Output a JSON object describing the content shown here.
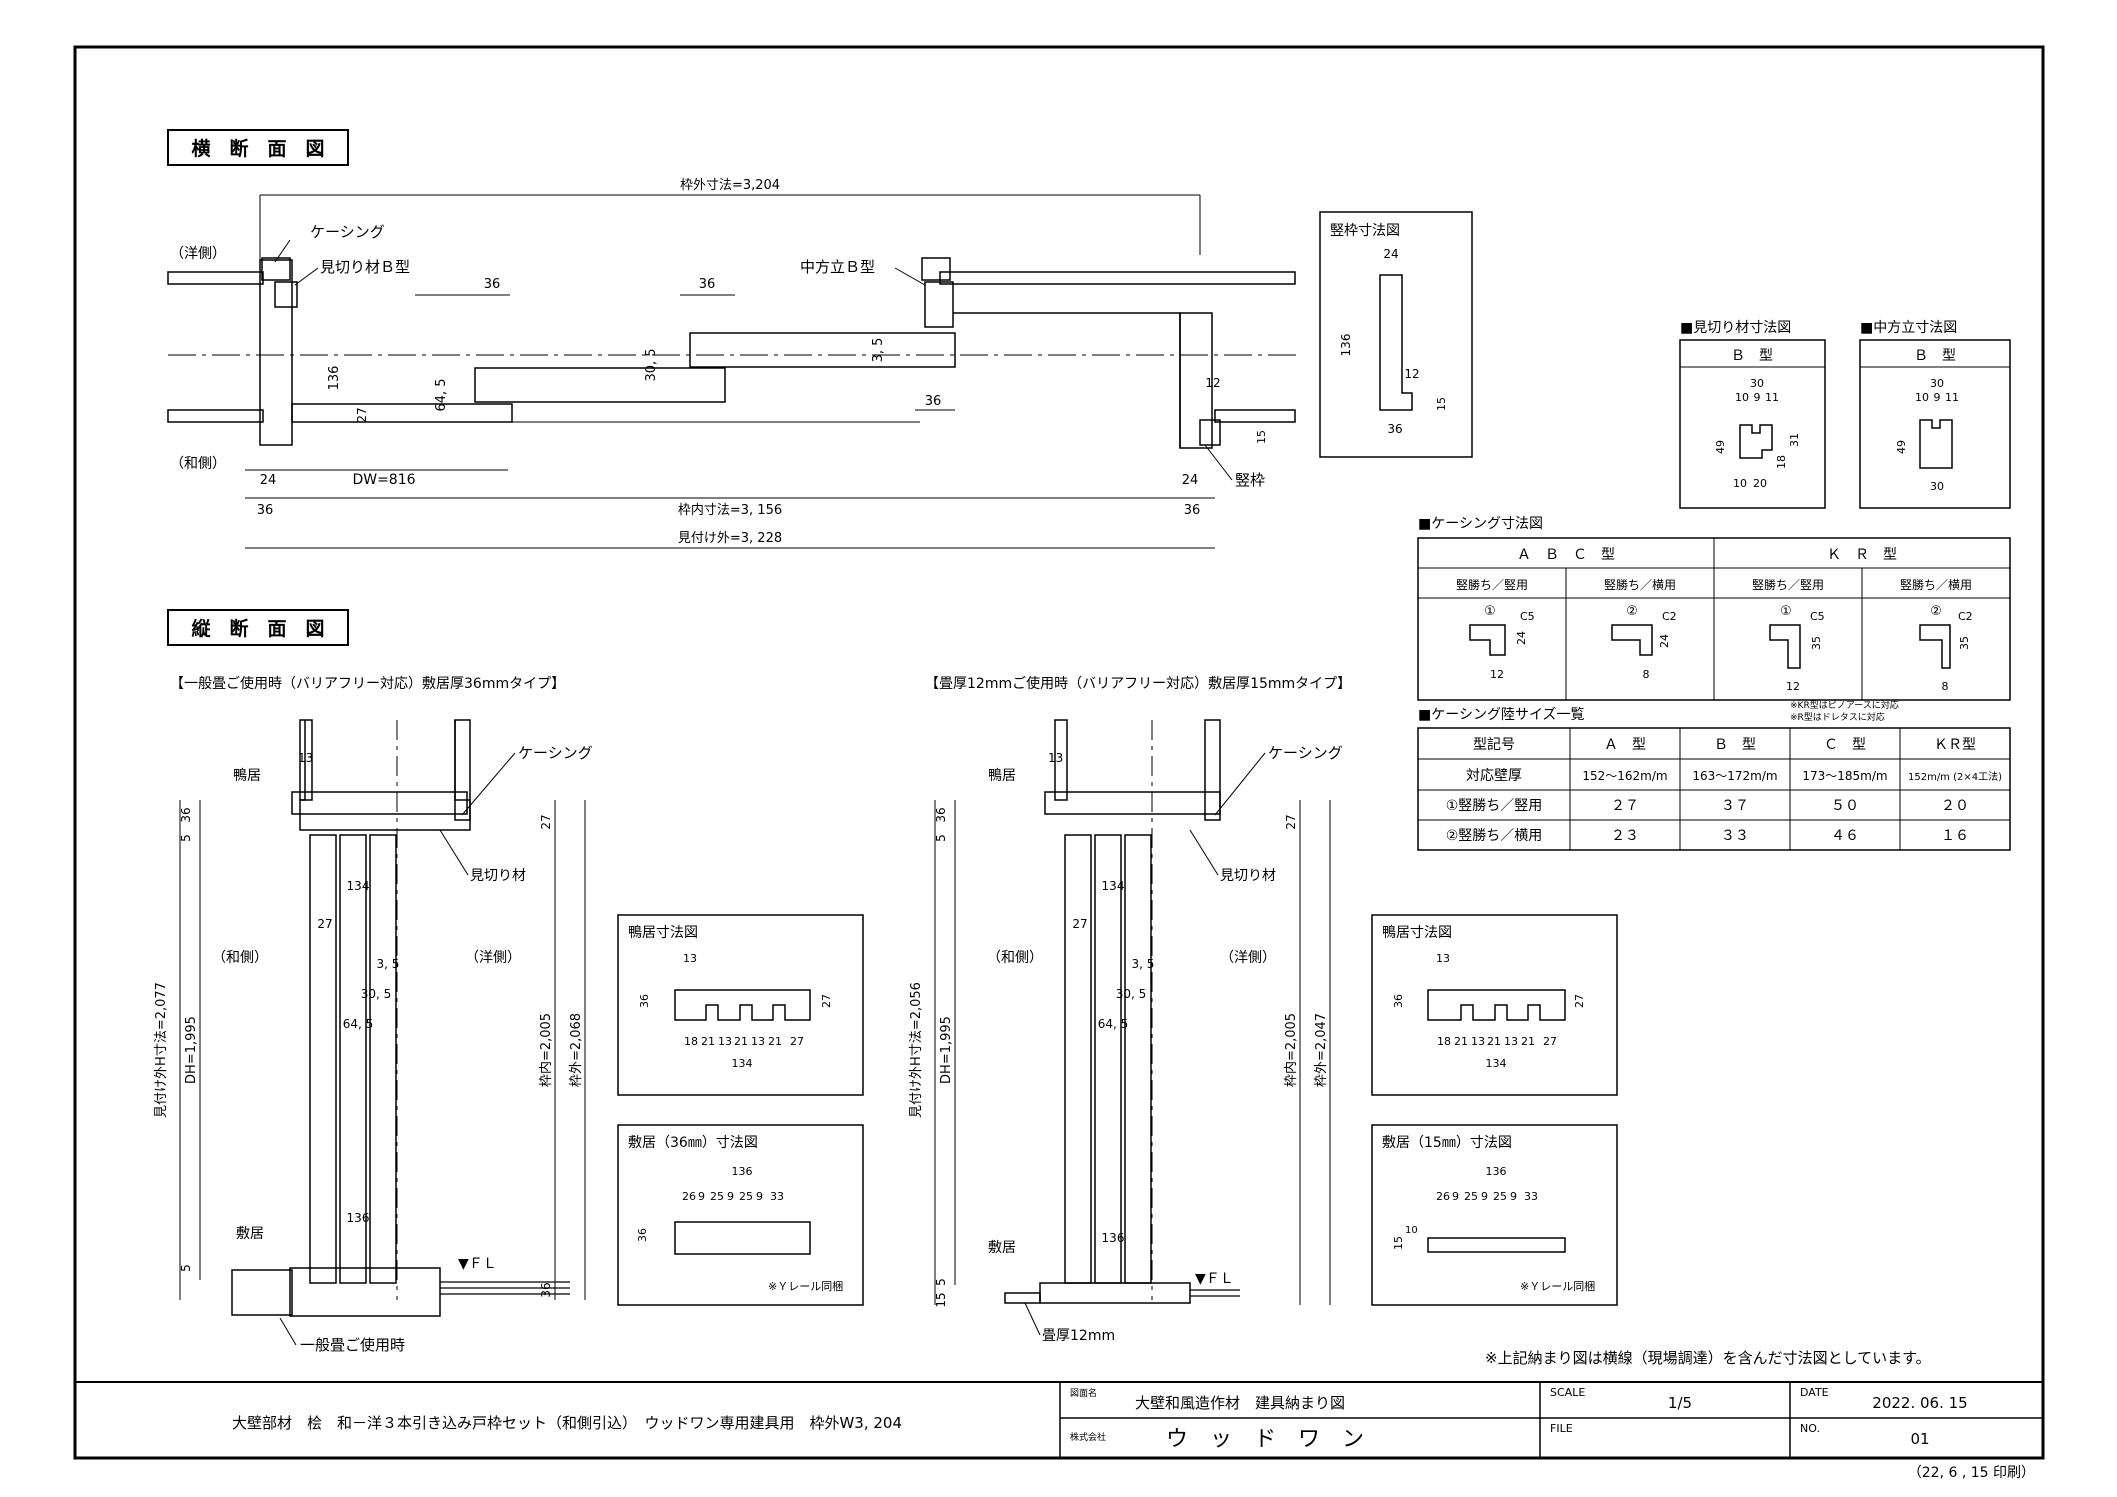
{
  "sections": {
    "horizontal_title": "横　断　面　図",
    "vertical_title": "縦　断　面　図"
  },
  "horizontal": {
    "outer_frame": "枠外寸法=3,204",
    "inner_frame": "枠内寸法=3, 156",
    "visible_outer": "見付け外=3, 228",
    "dw": "DW=816",
    "western_side": "（洋側）",
    "japanese_side": "（和側）",
    "casing": "ケーシング",
    "mikiri": "見切り材Ｂ型",
    "nakahoudate": "中方立Ｂ型",
    "tatewaku": "竪枠",
    "dims": [
      "36",
      "36",
      "36",
      "136",
      "64, 5",
      "27",
      "30, 5",
      "3, 5",
      "12",
      "15",
      "24",
      "24",
      "36",
      "36"
    ]
  },
  "tatewaku_detail": {
    "title": "竪枠寸法図",
    "dims": [
      "24",
      "136",
      "12",
      "15",
      "36"
    ]
  },
  "mikiri_detail": {
    "title": "■見切り材寸法図",
    "type": "Ｂ　型",
    "dims": [
      "30",
      "10",
      "9",
      "11",
      "49",
      "31",
      "18",
      "10",
      "20"
    ]
  },
  "nakahoudate_detail": {
    "title": "■中方立寸法図",
    "type": "Ｂ　型",
    "dims": [
      "30",
      "10",
      "9",
      "11",
      "49",
      "30"
    ]
  },
  "casing_detail": {
    "title": "■ケーシング寸法図",
    "groups": [
      "Ａ　Ｂ　Ｃ　型",
      "Ｋ　Ｒ　型"
    ],
    "columns": [
      "竪勝ち／竪用",
      "竪勝ち／横用",
      "竪勝ち／竪用",
      "竪勝ち／横用"
    ],
    "marks": [
      "①",
      "②",
      "①",
      "②"
    ],
    "c_labels": [
      "C5",
      "C2",
      "C5",
      "C2"
    ],
    "w_dims": [
      "12",
      "8",
      "12",
      "8"
    ],
    "h_dims": [
      "24",
      "24",
      "35",
      "35"
    ]
  },
  "casing_size": {
    "title": "■ケーシング陸サイズ一覧",
    "note1": "※KR型はピノアースに対応",
    "note2": "※R型はドレタスに対応",
    "headers": [
      "型記号",
      "Ａ　型",
      "Ｂ　型",
      "Ｃ　型",
      "ＫＲ型"
    ],
    "rows": [
      [
        "対応壁厚",
        "152～162m/m",
        "163～172m/m",
        "173～185m/m",
        "152m/m (2×4工法)"
      ],
      [
        "①竪勝ち／竪用",
        "２７",
        "３７",
        "５０",
        "２０"
      ],
      [
        "②竪勝ち／横用",
        "２３",
        "３３",
        "４６",
        "１６"
      ]
    ]
  },
  "vertical_left": {
    "heading": "【一般畳ご使用時（バリアフリー対応）敷居厚36mmタイプ】",
    "kamoi": "鴨居",
    "casing": "ケーシング",
    "mikiri": "見切り材",
    "japanese": "（和側）",
    "western": "（洋側）",
    "shikii": "敷居",
    "fl": "▼ＦＬ",
    "tatami": "一般畳ご使用時",
    "dh": "DH=1,995",
    "visible_h": "見付け外H寸法=2,077",
    "inner_h": "枠内=2,005",
    "outer_h": "枠外=2,068",
    "dims": [
      "13",
      "36",
      "5",
      "27",
      "134",
      "27",
      "30, 5",
      "3, 5",
      "64, 5",
      "136",
      "5",
      "36"
    ]
  },
  "vertical_right": {
    "heading": "【畳厚12mmご使用時（バリアフリー対応）敷居厚15mmタイプ】",
    "kamoi": "鴨居",
    "casing": "ケーシング",
    "mikiri": "見切り材",
    "japanese": "（和側）",
    "western": "（洋側）",
    "shikii": "敷居",
    "fl": "▼ＦＬ",
    "tatami": "畳厚12mm",
    "dh": "DH=1,995",
    "visible_h": "見付け外H寸法=2,056",
    "inner_h": "枠内=2,005",
    "outer_h": "枠外=2,047",
    "dims": [
      "13",
      "36",
      "5",
      "27",
      "134",
      "27",
      "30, 5",
      "3, 5",
      "64, 5",
      "136",
      "5",
      "15"
    ]
  },
  "kamoi_detail": {
    "title": "鴨居寸法図",
    "dims_top": "13",
    "left": "36",
    "right": "27",
    "row": [
      "18",
      "21",
      "13",
      "21",
      "13",
      "21",
      "27"
    ],
    "total": "134"
  },
  "shikii36_detail": {
    "title": "敷居（36㎜）寸法図",
    "total": "136",
    "row": [
      "26",
      "9",
      "25",
      "9",
      "25",
      "9",
      "33"
    ],
    "left": "36",
    "note": "※Ｙレール同梱"
  },
  "shikii15_detail": {
    "title": "敷居（15㎜）寸法図",
    "total": "136",
    "row": [
      "26",
      "9",
      "25",
      "9",
      "25",
      "9",
      "33"
    ],
    "left": "15",
    "small": "10",
    "note": "※Ｙレール同梱"
  },
  "footer_note": "※上記納まり図は横線（現場調達）を含んだ寸法図としています。",
  "title_block": {
    "product": "大壁部材　桧　和－洋３本引き込み戸枠セット（和側引込）　ウッドワン専用建具用　枠外W3, 204",
    "drawing_label": "図面名",
    "drawing_name": "大壁和風造作材　建具納まり図",
    "company_label": "株式会社",
    "company": "ウ　ッ　ド　ワ　ン",
    "scale_label": "SCALE",
    "scale": "1/5",
    "date_label": "DATE",
    "date": "2022. 06. 15",
    "file_label": "FILE",
    "no_label": "NO.",
    "no": "01",
    "printed": "（22, 6 , 15 印刷）"
  }
}
